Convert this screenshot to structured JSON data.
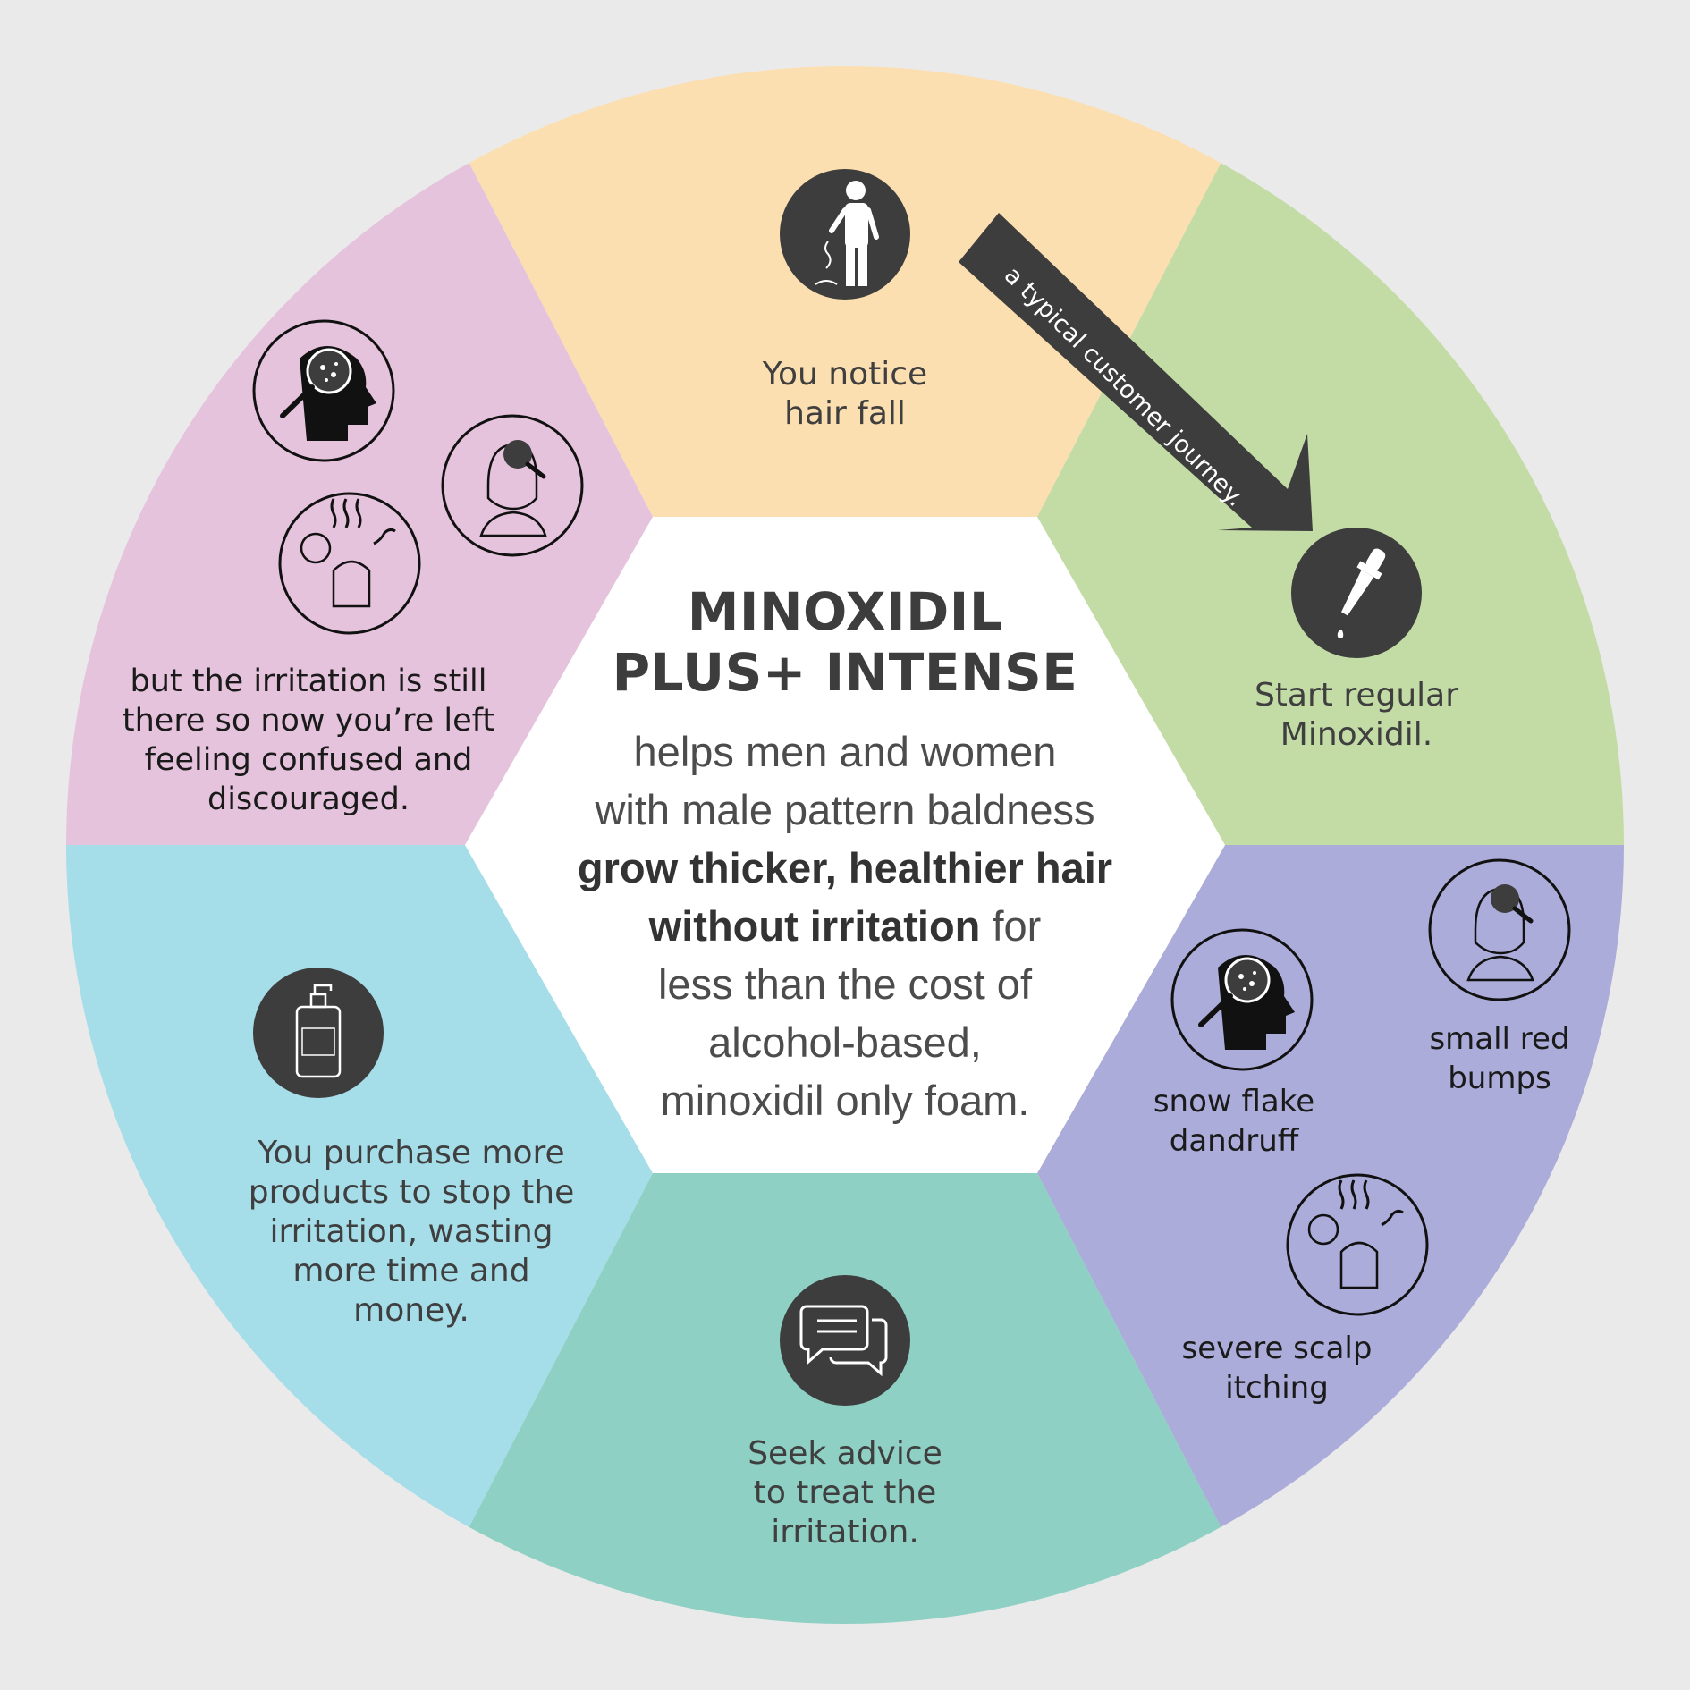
{
  "center": {
    "title_line1": "MINOXIDIL",
    "title_line2": "PLUS+ INTENSE",
    "body_line1": "helps men and women",
    "body_line2": "with male pattern baldness",
    "body_bold1": "grow thicker, healthier hair",
    "body_bold2": "without irritation",
    "body_line3_tail": " for",
    "body_line4": "less than the cost of",
    "body_line5": "alcohol-based,",
    "body_line6": "minoxidil only foam."
  },
  "arrow": {
    "label": "a typical customer journey."
  },
  "steps": {
    "hair_fall": {
      "line1": "You notice",
      "line2": "hair fall",
      "icon": "hair-loss-person-icon"
    },
    "start": {
      "line1": "Start regular",
      "line2": "Minoxidil.",
      "icon": "dropper-icon"
    },
    "symptoms": {
      "dandruff": {
        "line1": "snow flake",
        "line2": "dandruff",
        "icon": "scalp-magnifier-icon"
      },
      "bumps": {
        "line1": "small red",
        "line2": "bumps",
        "icon": "woman-rash-icon"
      },
      "itching": {
        "line1": "severe scalp",
        "line2": "itching",
        "icon": "stressed-person-icon"
      }
    },
    "advice": {
      "line1": "Seek advice",
      "line2": "to treat the",
      "line3": "irritation.",
      "icon": "chat-bubbles-icon"
    },
    "purchase": {
      "line1": "You purchase more",
      "line2": "products to stop the",
      "line3": "irritation, wasting",
      "line4": "more time and",
      "line5": "money.",
      "icon": "shampoo-bottle-icon"
    },
    "confused": {
      "line1": "but the irritation is still",
      "line2": "there so now you’re left",
      "line3": "feeling confused and",
      "line4": "discouraged.",
      "icons": [
        "scalp-magnifier-icon",
        "woman-rash-icon",
        "stressed-person-icon"
      ]
    }
  },
  "colors": {
    "background": "#ebeaeb",
    "hair_fall": "#fcdfb1",
    "start": "#c3dca6",
    "symptoms": "#abacd9",
    "advice": "#8ed0c3",
    "purchase": "#a5dde9",
    "confused": "#e6c3dc",
    "icon_dark": "#3d3d3d"
  }
}
